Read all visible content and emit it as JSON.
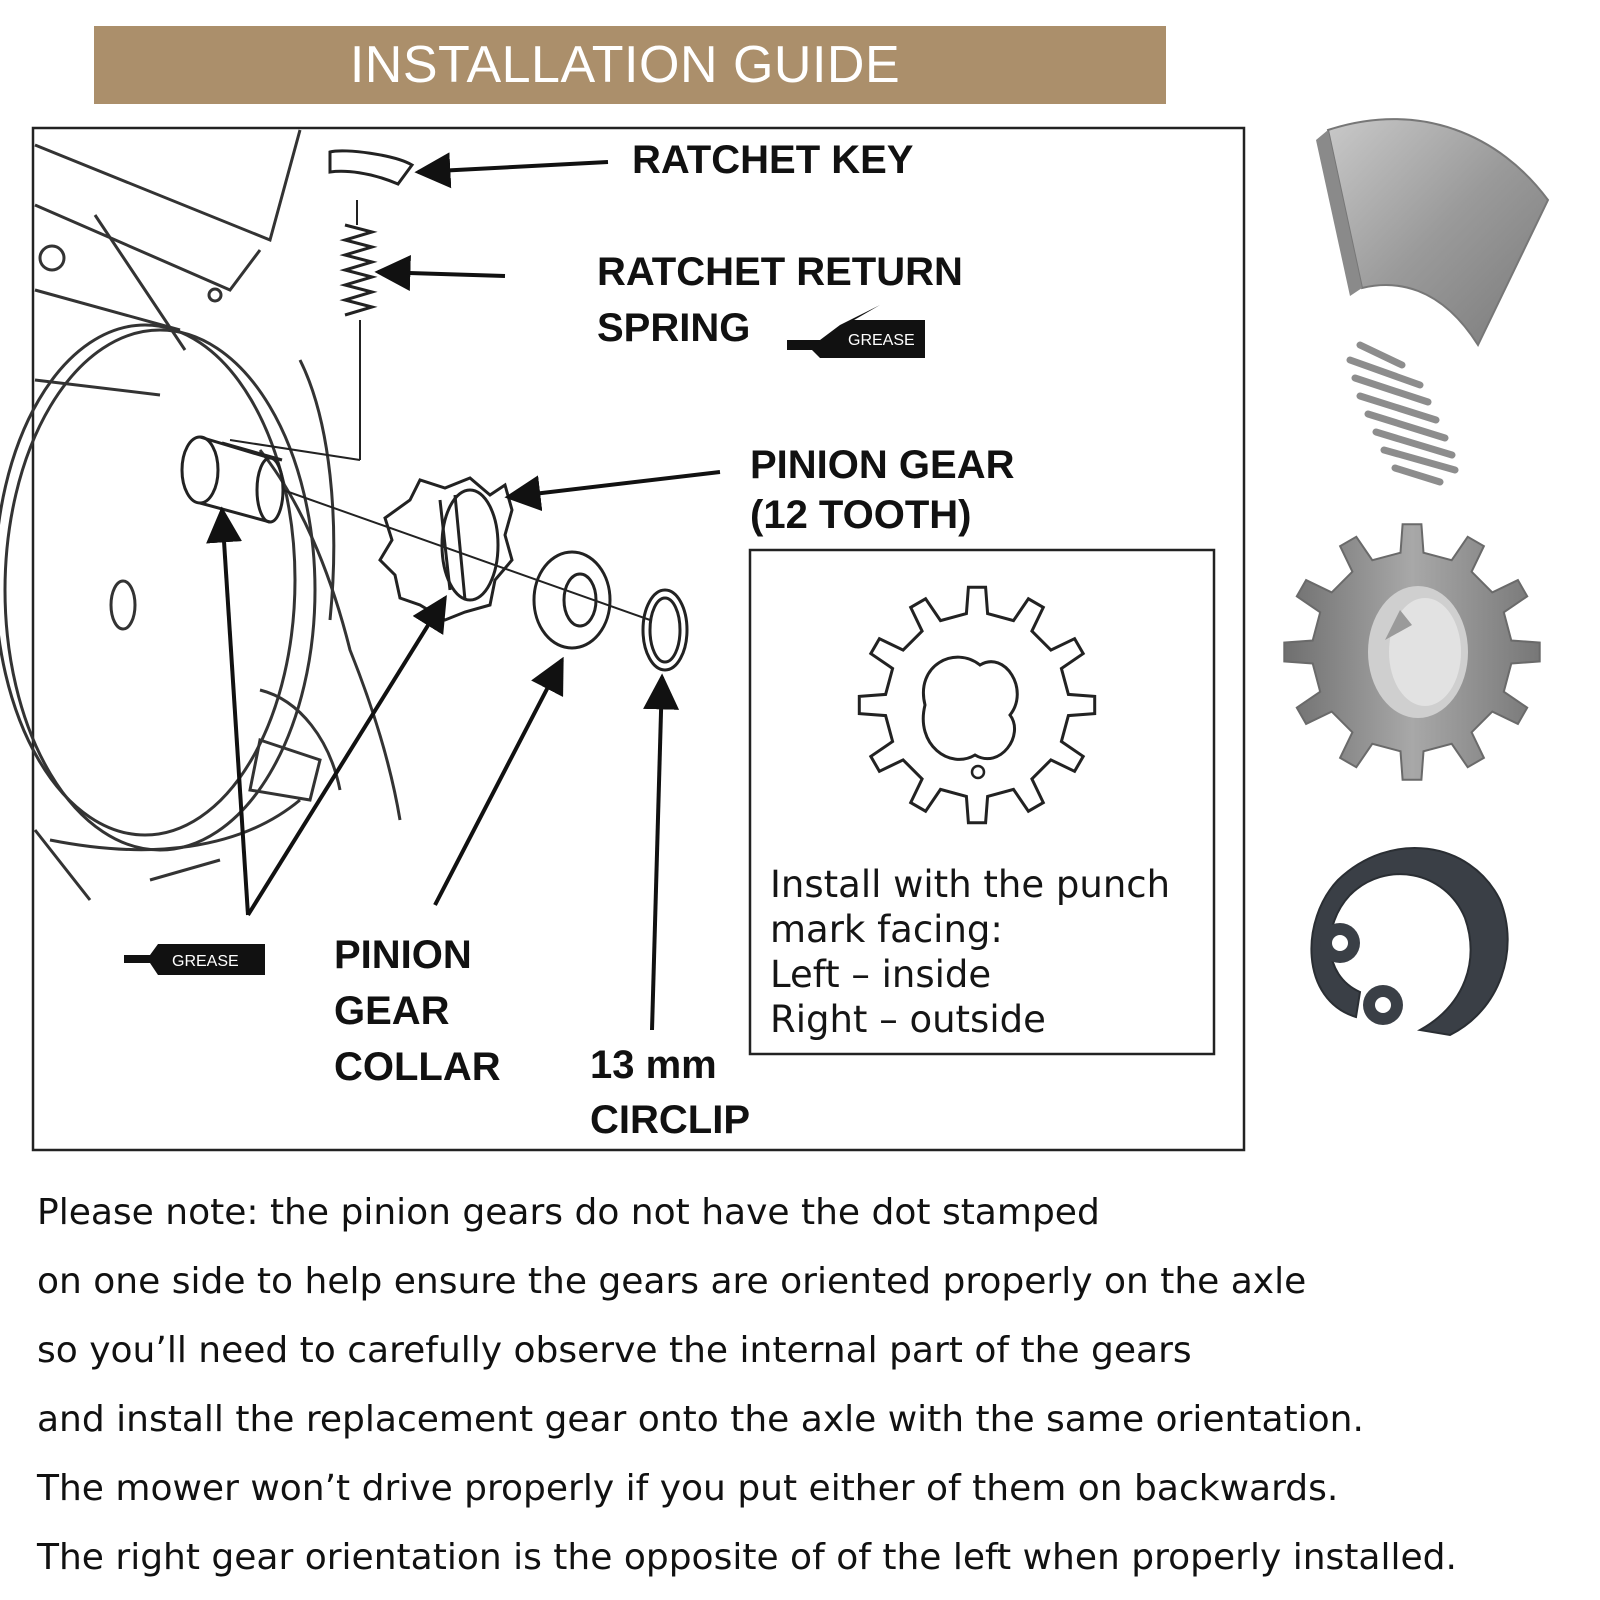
{
  "colors": {
    "banner_bg": "#ab8f6b",
    "banner_text": "#ffffff",
    "line": "#111111",
    "steel": "#8f8f8f"
  },
  "header": {
    "title": "INSTALLATION GUIDE"
  },
  "diagram": {
    "labels": {
      "ratchet_key": "RATCHET KEY",
      "ratchet_return_spring_1": "RATCHET RETURN",
      "ratchet_return_spring_2": "SPRING",
      "pinion_gear_1": "PINION GEAR",
      "pinion_gear_2": "(12 TOOTH)",
      "pinion_gear_collar_1": "PINION",
      "pinion_gear_collar_2": "GEAR",
      "pinion_gear_collar_3": "COLLAR",
      "circlip_1": "13 mm",
      "circlip_2": "CIRCLIP",
      "grease": "GREASE"
    },
    "inset_note": [
      "Install with the punch",
      "mark facing:",
      "Left – inside",
      "Right – outside"
    ]
  },
  "note_lines": [
    "Please note: the pinion gears do not have the dot stamped",
    "on one side to help ensure the gears are oriented properly on the axle",
    "so you’ll need to carefully observe the internal part of the gears",
    "and install the replacement gear onto the axle with the same orientation.",
    "The mower won’t drive properly if you put either of them on backwards.",
    "The right gear orientation is the opposite of of the left when properly installed."
  ],
  "photos": [
    "ratchet-key-photo",
    "ratchet-spring-photo",
    "pinion-gear-photo",
    "circlip-photo"
  ]
}
